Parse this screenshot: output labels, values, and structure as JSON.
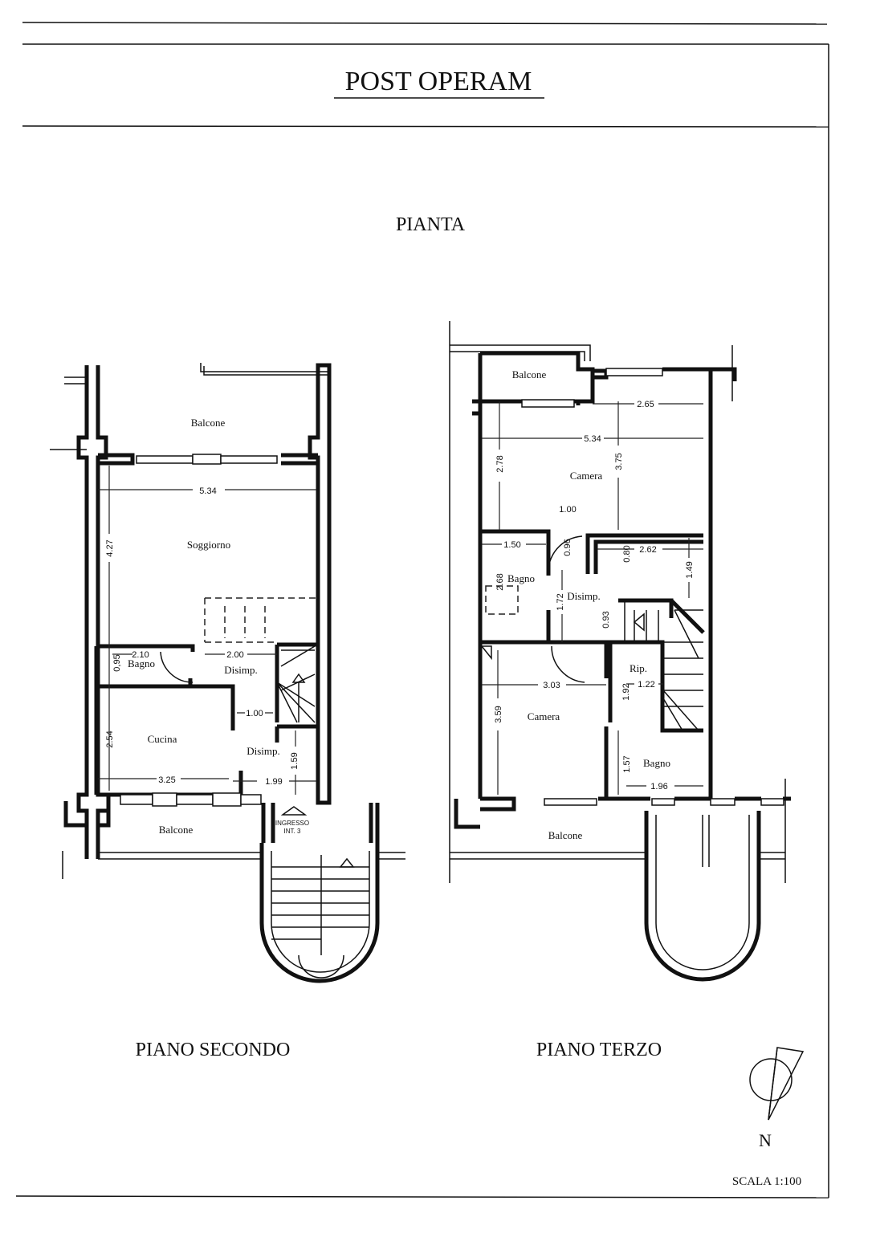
{
  "header": {
    "title": "POST OPERAM",
    "subtitle": "PIANTA"
  },
  "plan_second": {
    "title": "PIANO SECONDO",
    "rooms": {
      "balcone_top": "Balcone",
      "soggiorno": "Soggiorno",
      "bagno": "Bagno",
      "disimp_1": "Disimp.",
      "cucina": "Cucina",
      "disimp_2": "Disimp.",
      "balcone_bottom": "Balcone"
    },
    "dims": {
      "d534": "5.34",
      "d427": "4.27",
      "d210": "2.10",
      "d095": "0,95",
      "d200": "2.00",
      "d100": "1.00",
      "d254": "2.54",
      "d159": "1.59",
      "d325": "3.25",
      "d199": "1.99"
    },
    "entrance": {
      "line1": "INGRESSO",
      "line2": "INT. 3"
    }
  },
  "plan_third": {
    "title": "PIANO TERZO",
    "rooms": {
      "balcone_top": "Balcone",
      "camera_top": "Camera",
      "bagno_left": "Bagno",
      "disimp": "Disimp.",
      "rip": "Rip.",
      "camera_bottom": "Camera",
      "bagno_right": "Bagno",
      "balcone_bottom": "Balcone"
    },
    "dims": {
      "d265": "2.65",
      "d534": "5.34",
      "d278": "2.78",
      "d375": "3.75",
      "d100": "1.00",
      "d150": "1.50",
      "d096": "0.96",
      "d080": "0.80",
      "d262": "2.62",
      "d149": "1.49",
      "d268": "2.68",
      "d172": "1.72",
      "d093": "0.93",
      "d303": "3.03",
      "d122": "1.22",
      "d192": "1.92",
      "d359": "3.59",
      "d157": "1.57",
      "d196": "1.96"
    }
  },
  "north": {
    "label": "N"
  },
  "scale": "SCALA 1:100"
}
